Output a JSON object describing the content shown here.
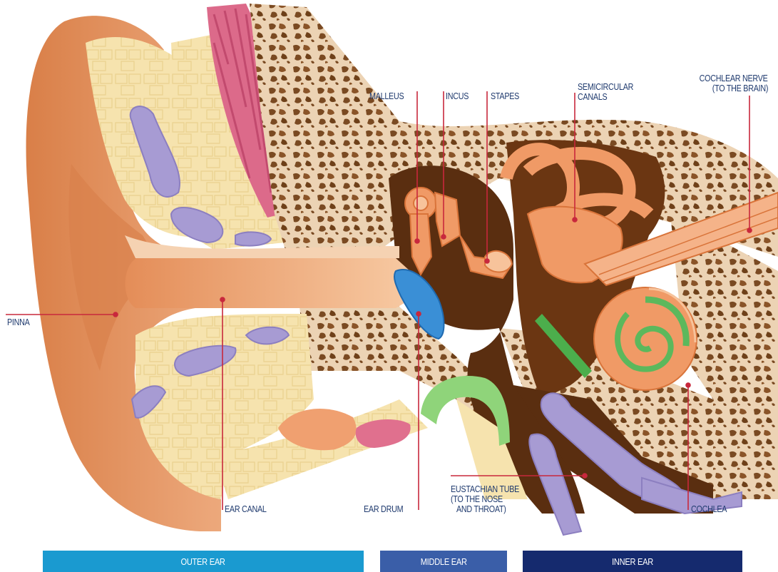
{
  "labels": {
    "pinna": "PINNA",
    "ear_canal": "EAR CANAL",
    "ear_drum": "EAR DRUM",
    "malleus": "MALLEUS",
    "incus": "INCUS",
    "stapes": "STAPES",
    "semicircular_canals_1": "SEMICIRCULAR",
    "semicircular_canals_2": "CANALS",
    "cochlear_nerve_1": "COCHLEAR NERVE",
    "cochlear_nerve_2": "(TO THE BRAIN)",
    "eustachian_1": "EUSTACHIAN TUBE",
    "eustachian_2": "(TO THE NOSE",
    "eustachian_3": "AND THROAT)",
    "cochlea": "COCHLEA"
  },
  "sections": {
    "outer": "OUTER EAR",
    "middle": "MIDDLE EAR",
    "inner": "INNER EAR"
  },
  "colors": {
    "label_text": "#1f3a6e",
    "leader_line": "#c8283c",
    "outer_bar": "#1a9ad0",
    "middle_bar": "#3a5ea8",
    "inner_bar": "#152a6e",
    "skin": "#e8a171",
    "bone": "#ecd3b4",
    "bone_pores": "#7a4a22",
    "cavity": "#5a2e10",
    "cartilage": "#f6e3ae",
    "vessel": "#a79bd3",
    "muscle": "#dc6a8a",
    "eardrum": "#3a8fd6",
    "ossicles": "#f09a66",
    "cochlea_green": "#5cb85c"
  }
}
